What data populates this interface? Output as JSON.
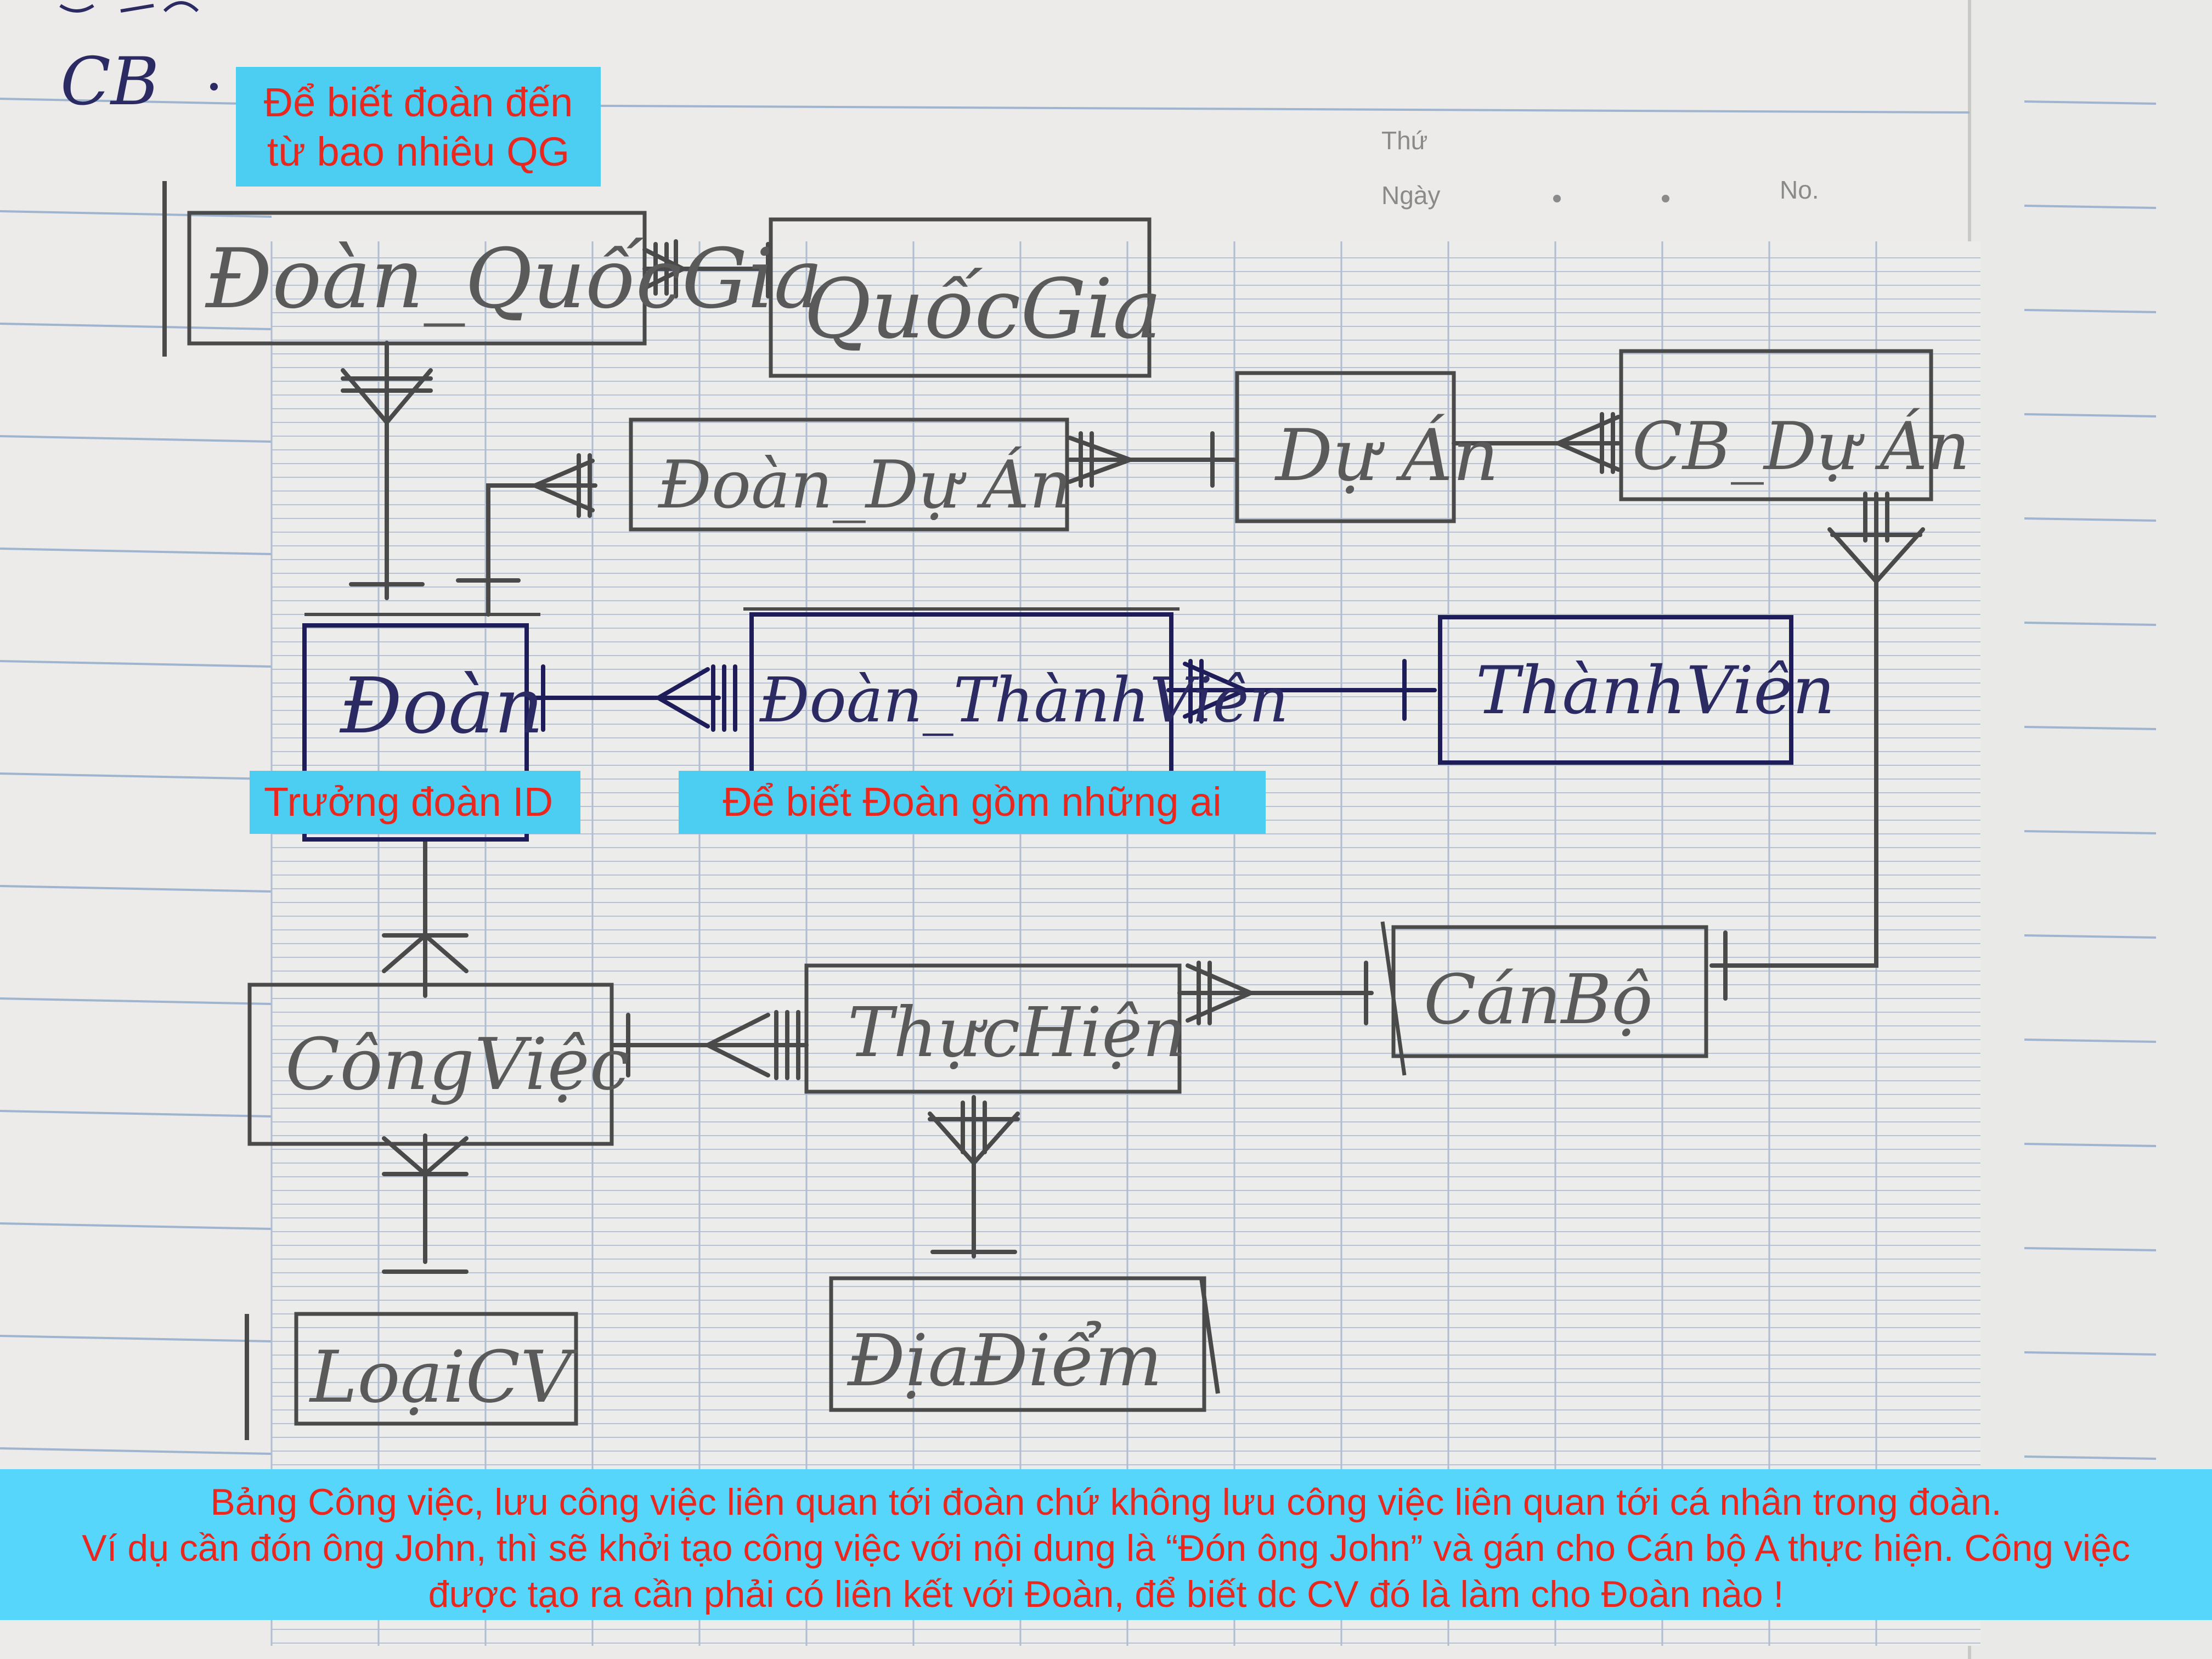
{
  "corner_marks": [
    "CB"
  ],
  "header": {
    "day_label": "Thứ",
    "date_label": "Ngày",
    "number_label": "No."
  },
  "entities": {
    "doan_quocgia": "Đoàn_QuốcGia",
    "quocgia": "QuốcGia",
    "doan_duan": "Đoàn_Dự Án",
    "duan": "Dự Án",
    "cb_duan": "CB_Dự Án",
    "doan": "Đoàn",
    "doan_thanhvien": "Đoàn_ThànhViên",
    "thanhvien": "ThànhViên",
    "congviec": "CôngViệc",
    "thuchien": "ThựcHiện",
    "canbo": "CánBộ",
    "loaicv": "LoạiCV",
    "diadiem": "ĐịaĐiểm"
  },
  "notes": {
    "quocgia_note_line1": "Để biết đoàn đến",
    "quocgia_note_line2": "từ bao nhiêu QG",
    "truong_doan": "Trưởng đoàn ID",
    "doan_gom": "Để biết Đoàn gồm những ai"
  },
  "bottom_note": {
    "line1": "Bảng Công việc, lưu công việc liên quan tới đoàn chứ không lưu công việc liên quan tới cá nhân trong đoàn.",
    "line2": "Ví dụ cần đón ông John, thì sẽ khởi tạo công việc với nội dung là “Đón ông John” và gán cho Cán bộ A thực hiện. Công việc",
    "line3": "được tạo ra cần phải có liên kết với Đoàn, để biết dc CV đó là làm cho Đoàn nào !"
  },
  "colors": {
    "pencil": "#4a4a4a",
    "ink": "#1f1c5a",
    "note_bg": "#4ccdf2",
    "note_text": "#e8281f",
    "grid": "#aab8cc"
  }
}
